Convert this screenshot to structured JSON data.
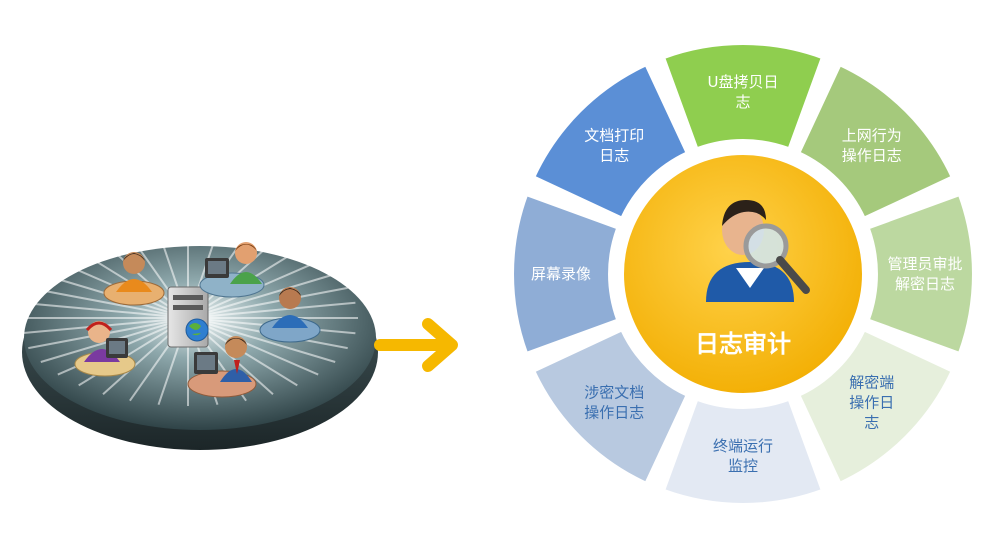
{
  "center": {
    "label": "日志审计",
    "fill": "#f5b800",
    "stroke": "#ffffff"
  },
  "segments": [
    {
      "lines": [
        "U盘拷贝日",
        "志"
      ],
      "fill": "#8fce4f",
      "text_color": "#ffffff"
    },
    {
      "lines": [
        "上网行为",
        "操作日志"
      ],
      "fill": "#a5c97c",
      "text_color": "#ffffff"
    },
    {
      "lines": [
        "管理员审批",
        "解密日志"
      ],
      "fill": "#bcd8a0",
      "text_color": "#ffffff"
    },
    {
      "lines": [
        "解密端",
        "操作日",
        "志"
      ],
      "fill": "#e6efdc",
      "text_color": "#3a6fb0"
    },
    {
      "lines": [
        "终端运行",
        "监控"
      ],
      "fill": "#e3e9f3",
      "text_color": "#3a6fb0"
    },
    {
      "lines": [
        "涉密文档",
        "操作日志"
      ],
      "fill": "#b8c9e0",
      "text_color": "#3a6fb0"
    },
    {
      "lines": [
        "屏幕录像"
      ],
      "fill": "#8fadd6",
      "text_color": "#ffffff"
    },
    {
      "lines": [
        "文档打印",
        "日志"
      ],
      "fill": "#5b8fd6",
      "text_color": "#ffffff"
    }
  ],
  "arrow": {
    "color": "#f6b800"
  },
  "network": {
    "platform_color": "#3d5a5f",
    "server_icon": "server-globe-icon",
    "users": [
      {
        "icon": "user-orange-icon",
        "disc": "#e8b070"
      },
      {
        "icon": "user-green-computer-icon",
        "disc": "#8fb2c8"
      },
      {
        "icon": "user-blue-icon",
        "disc": "#7fa6c8"
      },
      {
        "icon": "user-purple-headset-icon",
        "disc": "#e6c98a"
      },
      {
        "icon": "user-red-tie-computer-icon",
        "disc": "#d89a7a"
      }
    ]
  }
}
